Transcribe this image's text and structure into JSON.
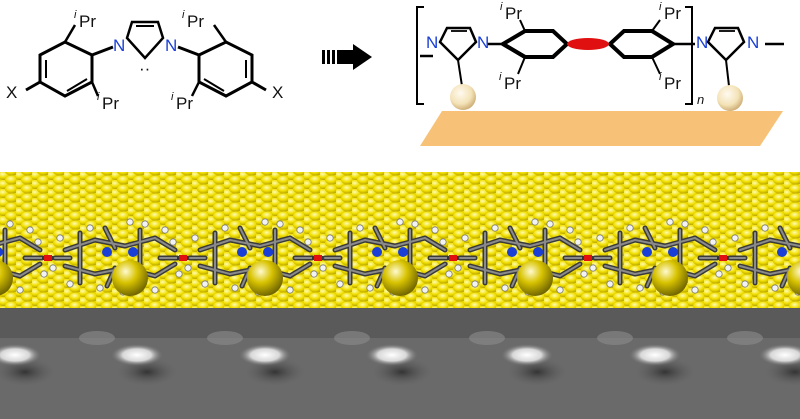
{
  "monomer": {
    "x_left": "X",
    "x_right": "X",
    "n_left": "N",
    "n_right": "N",
    "ipr_prefix": "i",
    "ipr_text": "Pr",
    "carbene_dots": "··"
  },
  "polymer": {
    "n_left": "N",
    "n_right": "N",
    "n_mid_left": "N",
    "n_mid_right": "N",
    "ipr_prefix": "i",
    "ipr_text": "Pr",
    "repeat_subscript": "n"
  },
  "colors": {
    "nitrogen": "#1a3fd6",
    "linker_bond": "#e01010",
    "gold_surface": "#f6e400",
    "gold_sphere": "#d8c300",
    "adatom_bead": "#f4e3b8",
    "substrate_plate": "#f7c277",
    "arrow": "#000000"
  },
  "panels": {
    "top": "reaction-scheme",
    "middle": "molecular-model-on-gold",
    "bottom": "stm-image"
  }
}
